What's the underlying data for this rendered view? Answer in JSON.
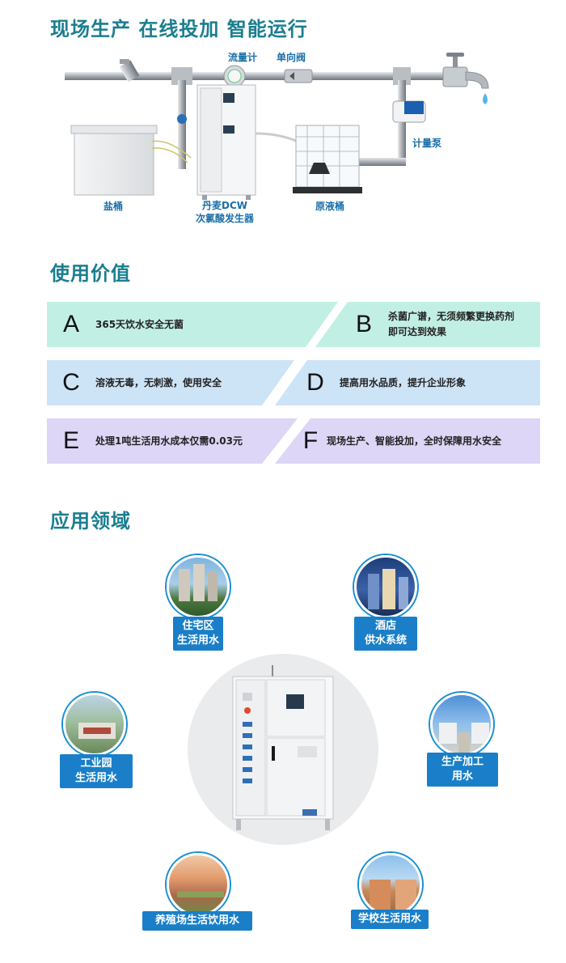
{
  "header": {
    "title": "现场生产 在线投加 智能运行"
  },
  "diagram": {
    "flow_meter": "流量计",
    "check_valve": "单向阀",
    "metering_pump": "计量泵",
    "salt_tank": "盐桶",
    "generator": "丹麦DCW\n次氯酸发生器",
    "raw_tank": "原液桶"
  },
  "value_section": {
    "title": "使用价值",
    "cards": [
      {
        "letter": "A",
        "text": "365天饮水安全无菌"
      },
      {
        "letter": "B",
        "text": "杀菌广谱，无须频繁更换药剂即可达到效果"
      },
      {
        "letter": "C",
        "text": "溶液无毒，无刺激，使用安全"
      },
      {
        "letter": "D",
        "text": "提高用水品质，提升企业形象"
      },
      {
        "letter": "E",
        "text": "处理1吨生活用水成本仅需0.03元"
      },
      {
        "letter": "F",
        "text": "现场生产、智能投加，全时保障用水安全"
      }
    ]
  },
  "app_section": {
    "title": "应用领域",
    "items": [
      {
        "label": "住宅区\n生活用水"
      },
      {
        "label": "酒店\n供水系统"
      },
      {
        "label": "工业园\n生活用水"
      },
      {
        "label": "生产加工\n用水"
      },
      {
        "label": "养殖场生活饮用水"
      },
      {
        "label": "学校生活用水"
      }
    ]
  },
  "colors": {
    "title": "#1a7e8f",
    "label_bg": "#1a7fc8",
    "card_teal": "#c2efe4",
    "card_blue": "#cde3f6",
    "card_purple": "#ddd6f6"
  }
}
